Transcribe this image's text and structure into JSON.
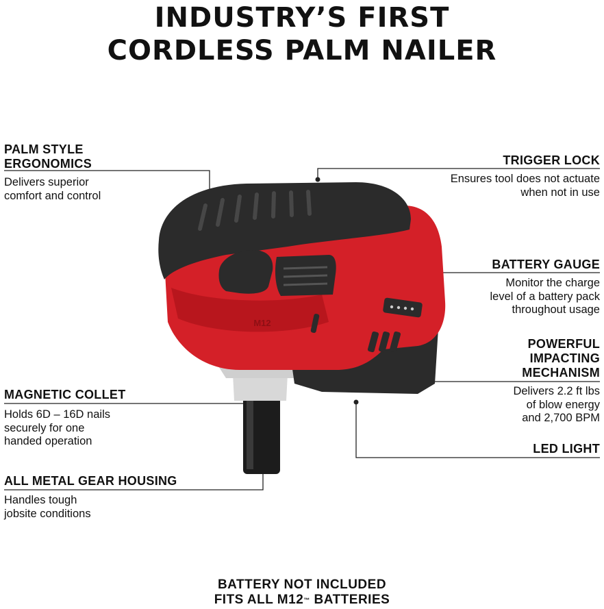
{
  "header": {
    "line1": "INDUSTRY’S FIRST",
    "line2": "CORDLESS PALM NAILER"
  },
  "features": {
    "palm_style": {
      "title1": "PALM STYLE",
      "title2": "ERGONOMICS",
      "desc1": "Delivers superior",
      "desc2": "comfort and control"
    },
    "trigger_lock": {
      "title": "TRIGGER LOCK",
      "desc1": "Ensures tool does not actuate",
      "desc2": "when not in use"
    },
    "battery_gauge": {
      "title": "BATTERY GAUGE",
      "desc1": "Monitor the charge",
      "desc2": "level of a battery pack",
      "desc3": "throughout usage"
    },
    "impacting": {
      "title1": "POWERFUL",
      "title2": "IMPACTING",
      "title3": "MECHANISM",
      "desc1": "Delivers 2.2 ft lbs",
      "desc2": "of blow energy",
      "desc3": "and 2,700 BPM"
    },
    "magnetic_collet": {
      "title": "MAGNETIC COLLET",
      "desc1": "Holds 6D – 16D nails",
      "desc2": "securely for one",
      "desc3": "handed operation"
    },
    "led_light": {
      "title": "LED LIGHT"
    },
    "gear_housing": {
      "title": "ALL METAL GEAR HOUSING",
      "desc1": "Handles tough",
      "desc2": "jobsite conditions"
    }
  },
  "footer": {
    "line1": "BATTERY NOT INCLUDED",
    "line2_prefix": "FITS ALL M12",
    "line2_tm": "™",
    "line2_suffix": " BATTERIES"
  },
  "tool_logo": "M12",
  "colors": {
    "tool_red": "#d42028",
    "tool_black": "#2b2b2b",
    "collet_silver": "#d8d8d8",
    "text": "#111111"
  }
}
